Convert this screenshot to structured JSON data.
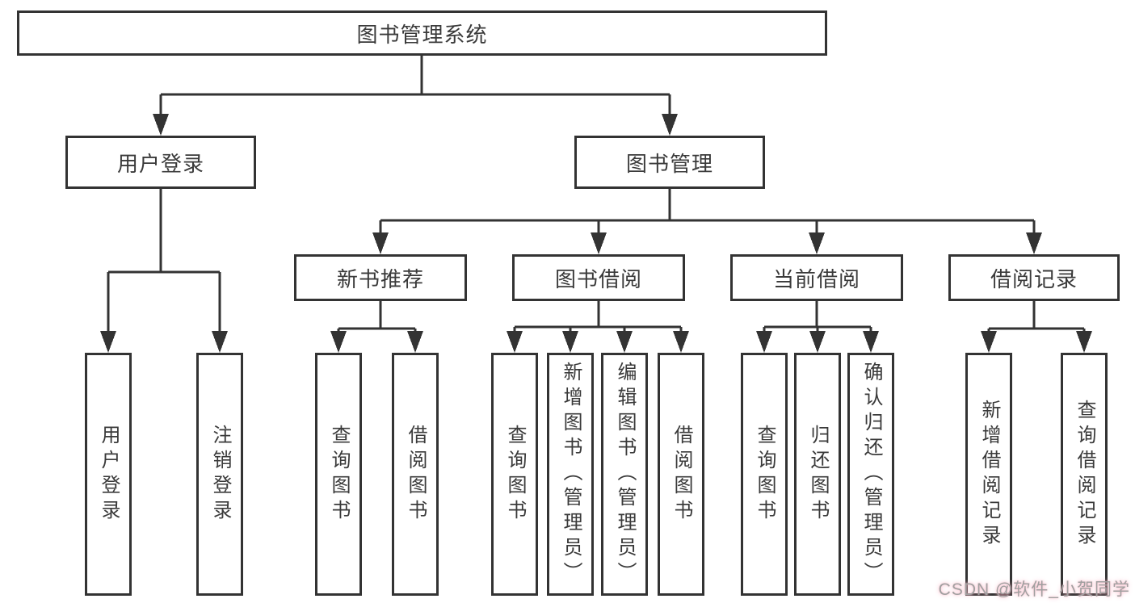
{
  "nodes": {
    "root": "图书管理系统",
    "l1": [
      "用户登录",
      "图书管理"
    ],
    "l2": [
      "新书推荐",
      "图书借阅",
      "当前借阅",
      "借阅记录"
    ],
    "leaves_user_login": [
      "用户登录",
      "注销登录"
    ],
    "leaves_new_book": [
      "查询图书",
      "借阅图书"
    ],
    "leaves_book_borrowing": [
      "查询图书",
      "新增图书（管理员）",
      "编辑图书（管理员）",
      "借阅图书"
    ],
    "leaves_current_borrowing": [
      "查询图书",
      "归还图书",
      "确认归还（管理员）"
    ],
    "leaves_borrowing_records": [
      "新增借阅记录",
      "查询借阅记录"
    ]
  },
  "watermark": "CSDN @软件_小贺同学",
  "colors": {
    "line": "#333333",
    "text": "#3a3a3a",
    "watermark": "#a0a0a0",
    "background": "#ffffff"
  }
}
